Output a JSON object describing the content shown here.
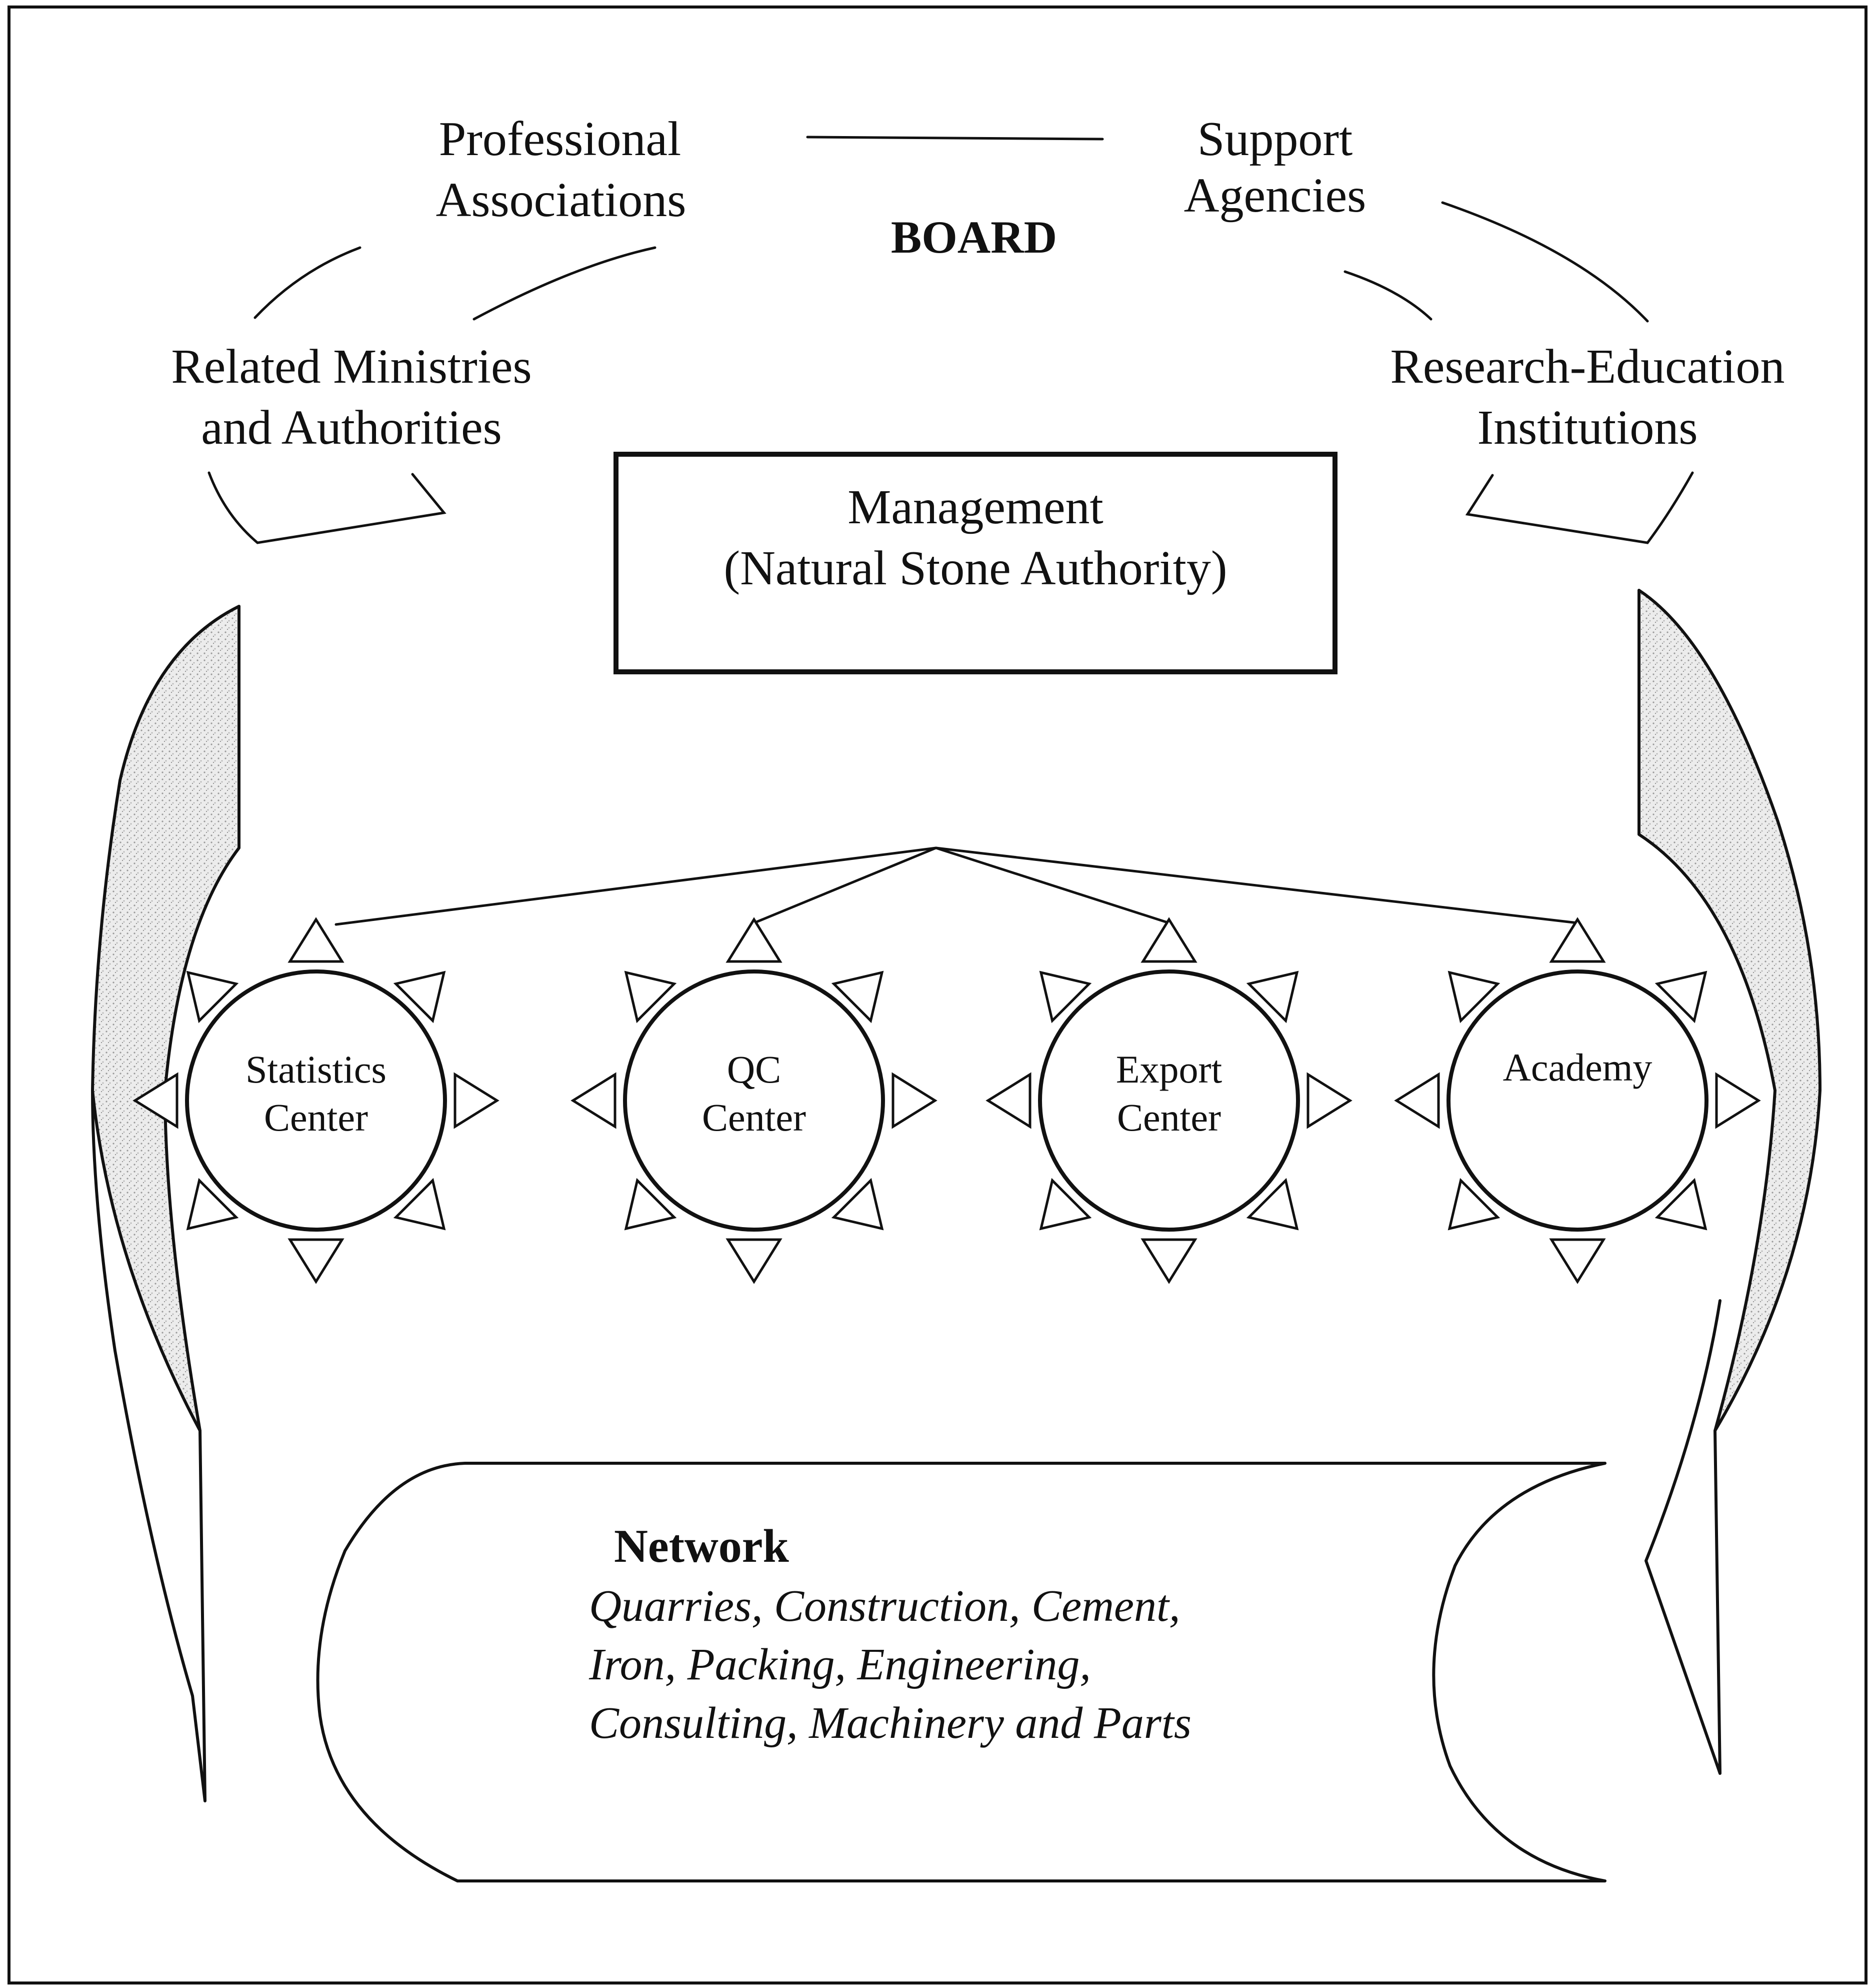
{
  "board": {
    "title": "BOARD"
  },
  "stakeholders": {
    "professional": [
      "Professional",
      "Associations"
    ],
    "support": [
      "Support",
      "Agencies"
    ],
    "ministries": [
      "Related Ministries",
      "and Authorities"
    ],
    "research": [
      "Research-Education",
      "Institutions"
    ]
  },
  "management": {
    "line1": "Management",
    "line2": "(Natural Stone Authority)"
  },
  "centers": [
    {
      "lines": [
        "Statistics",
        "Center"
      ]
    },
    {
      "lines": [
        "QC",
        "Center"
      ]
    },
    {
      "lines": [
        "Export",
        "Center"
      ]
    },
    {
      "lines": [
        "Academy"
      ]
    }
  ],
  "network": {
    "title": "Network",
    "lines": [
      "Quarries, Construction, Cement,",
      "Iron, Packing, Engineering,",
      "Consulting, Machinery and Parts"
    ]
  },
  "colors": {
    "ink": "#111111",
    "background": "#ffffff",
    "shade": "#cfcfcf"
  }
}
